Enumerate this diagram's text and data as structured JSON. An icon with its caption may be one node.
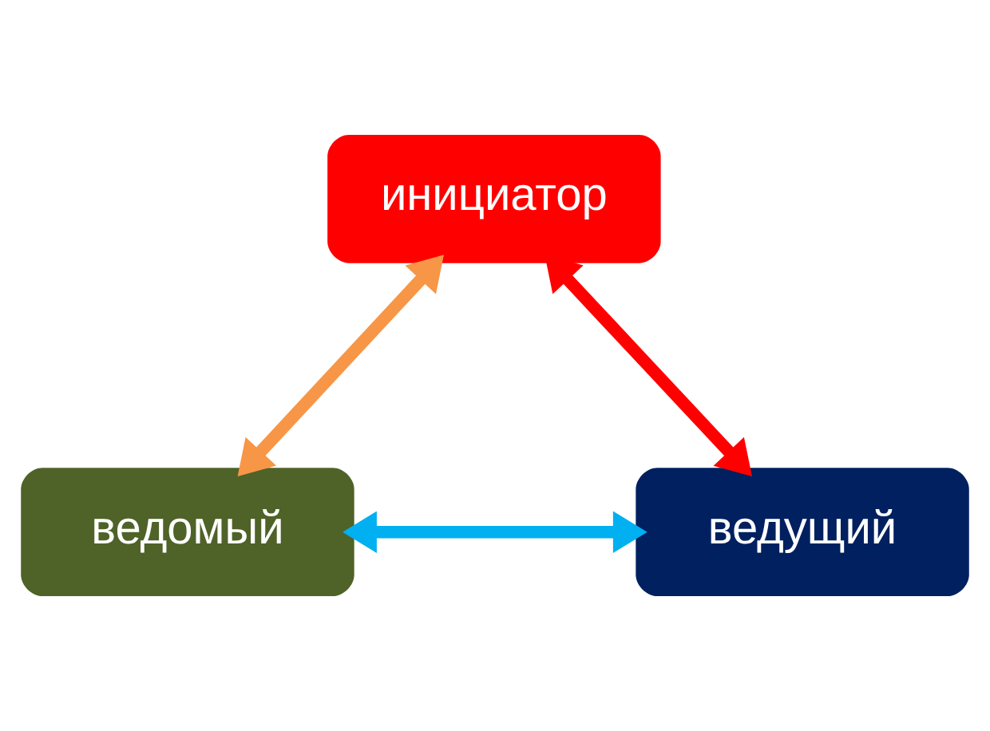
{
  "diagram": {
    "nodes": [
      {
        "text": [
          "инициатор"
        ]
      },
      {
        "text": [
          "ведомый"
        ]
      },
      {
        "text": [
          "ведущий"
        ]
      }
    ],
    "edges": [
      {
        "from": 0,
        "to": 1,
        "arrow": "both",
        "color": "#f79646"
      },
      {
        "from": 0,
        "to": 2,
        "arrow": "both",
        "color": "#ff0000"
      },
      {
        "from": 1,
        "to": 2,
        "arrow": "both",
        "color": "#00b0f0"
      }
    ]
  }
}
